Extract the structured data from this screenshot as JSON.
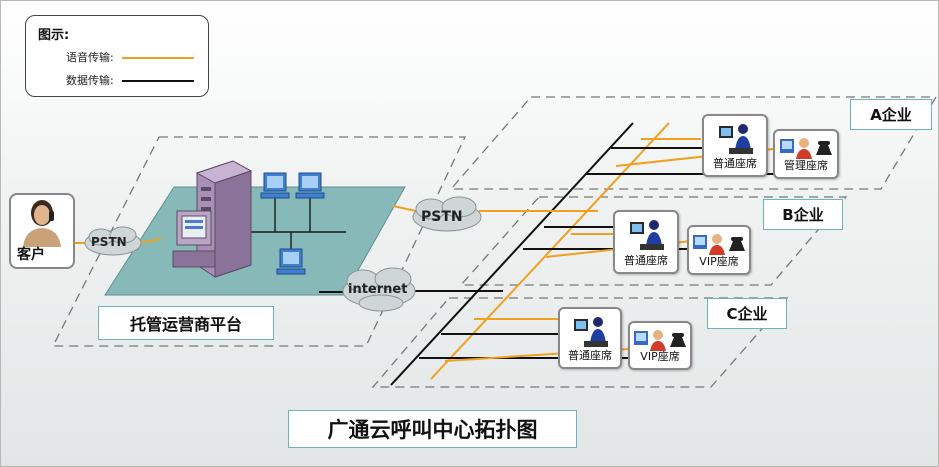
{
  "legend": {
    "title": "图示:",
    "voice_label": "语音传输:",
    "data_label": "数据传输:"
  },
  "colors": {
    "voice": "#f0a020",
    "data": "#111111",
    "platform": "#86b9b8",
    "server": "#a88fb5",
    "tag_border": "#6fb3b8"
  },
  "customer": {
    "label": "客户"
  },
  "clouds": {
    "pstn_left": "PSTN",
    "pstn_right": "PSTN",
    "internet": "internet"
  },
  "platform": {
    "label": "托管运营商平台"
  },
  "enterprises": [
    {
      "label": "A企业",
      "seats": [
        "普通座席",
        "管理座席"
      ]
    },
    {
      "label": "B企业",
      "seats": [
        "普通座席",
        "VIP座席"
      ]
    },
    {
      "label": "C企业",
      "seats": [
        "普通座席",
        "VIP座席"
      ]
    }
  ],
  "title": "广通云呼叫中心拓扑图"
}
